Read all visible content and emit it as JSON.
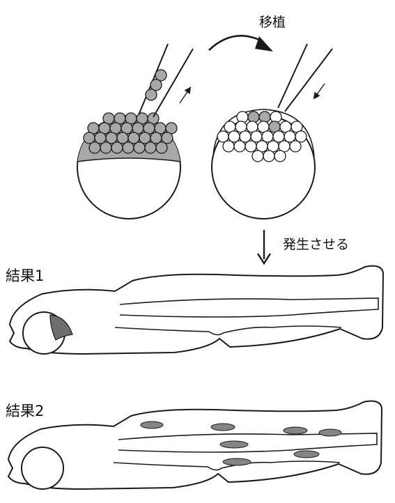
{
  "labels": {
    "transplant": "移植",
    "develop": "発生させる",
    "result1": "結果1",
    "result2": "結果2"
  },
  "colors": {
    "ink": "#1a1a1a",
    "donor_cells": "#a8a8a8",
    "eye_pigment": "#6e6e6e",
    "pigment_spots": "#858585"
  },
  "icons": [
    "curved-arrow-icon",
    "down-arrow-icon",
    "small-arrow-icon"
  ]
}
